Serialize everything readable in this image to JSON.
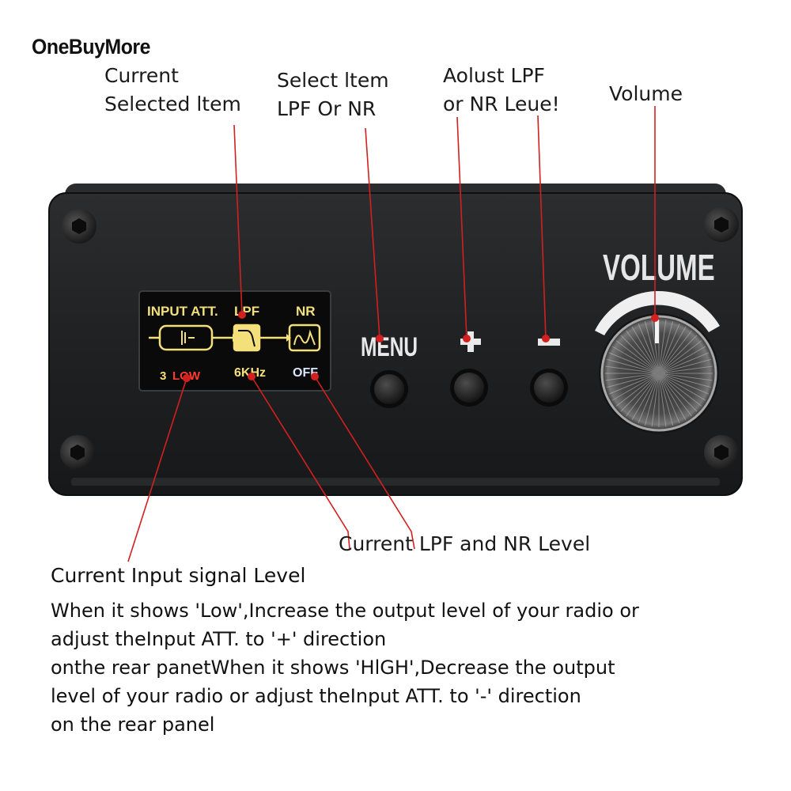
{
  "brand": "OneBuyMore",
  "callouts": {
    "current_selected": [
      "Current",
      "Selected ltem"
    ],
    "select_item": [
      "Select ltem",
      "LPF Or NR"
    ],
    "adjust": [
      "Aolust LPF",
      "or NR Leue!"
    ],
    "volume": "Volume",
    "lpf_nr_level": "Current LPF and NR Level"
  },
  "device": {
    "panel_volume_label": "VOLUME",
    "menu_label": "MENU",
    "plus_label": "+",
    "minus_label": "-",
    "oled": {
      "header_input": "INPUT ATT.",
      "header_lpf": "LPF",
      "header_nr": "NR",
      "att_number": "3",
      "level": "LOW",
      "lpf_value": "6KHz",
      "nr_value": "OFF"
    }
  },
  "colors": {
    "oled_yellow": "#f3e07a",
    "oled_red": "#ff3b2f",
    "oled_blue": "#d8e6ff",
    "leader_red": "#d22020",
    "panel": "#202224"
  },
  "description": {
    "title": "Current Input signal Level",
    "lines": [
      "When it shows 'Low',Increase the output level of your radio or",
      "adjust theInput ATT. to '+' direction",
      "onthe rear panetWhen it shows 'HlGH',Decrease the output",
      "level of your radio or adjust theInput ATT. to '-' direction",
      "on the rear panel"
    ]
  }
}
